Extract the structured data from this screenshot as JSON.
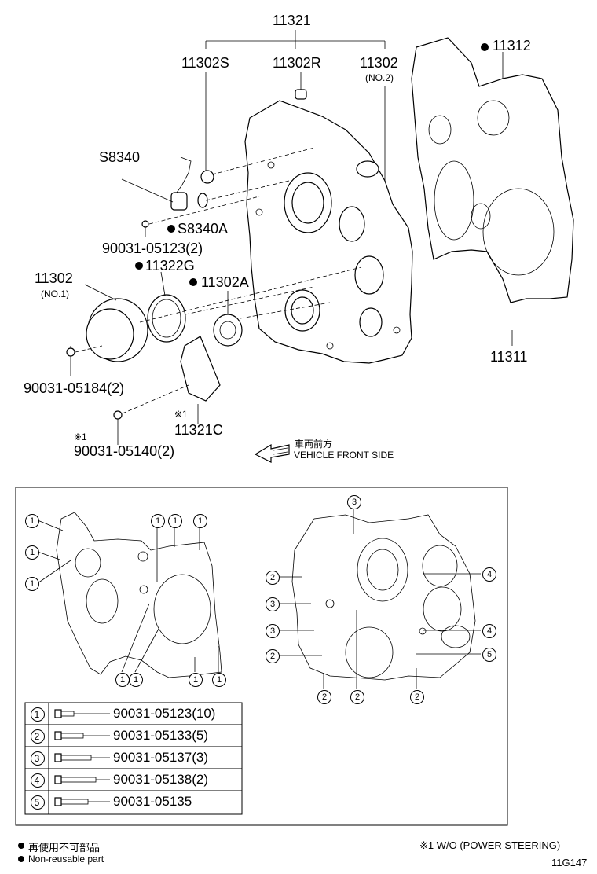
{
  "callouts": {
    "p11321": "11321",
    "p11302S": "11302S",
    "p11302R": "11302R",
    "p11302_top": "11302",
    "no2": "(NO.2)",
    "p11312": "11312",
    "s8340": "S8340",
    "s8340a": "S8340A",
    "b9003105123": "90031-05123(2)",
    "p11322g": "11322G",
    "p11302_left": "11302",
    "no1": "(NO.1)",
    "p11302a": "11302A",
    "p11311": "11311",
    "b9003105184": "90031-05184(2)",
    "mark1a": "※1",
    "p11321c": "11321C",
    "mark1b": "※1",
    "b9003105140": "90031-05140(2)"
  },
  "front": {
    "jp": "車両前方",
    "en": "VEHICLE FRONT SIDE"
  },
  "bolt_table": [
    {
      "num": "1",
      "part": "90031-05123(10)"
    },
    {
      "num": "2",
      "part": "90031-05133(5)"
    },
    {
      "num": "3",
      "part": "90031-05137(3)"
    },
    {
      "num": "4",
      "part": "90031-05138(2)"
    },
    {
      "num": "5",
      "part": "90031-05135"
    }
  ],
  "legend": {
    "jp": "再使用不可部品",
    "en": "Non-reusable part",
    "note": "※1  W/O (POWER STEERING)",
    "code": "11G147"
  }
}
